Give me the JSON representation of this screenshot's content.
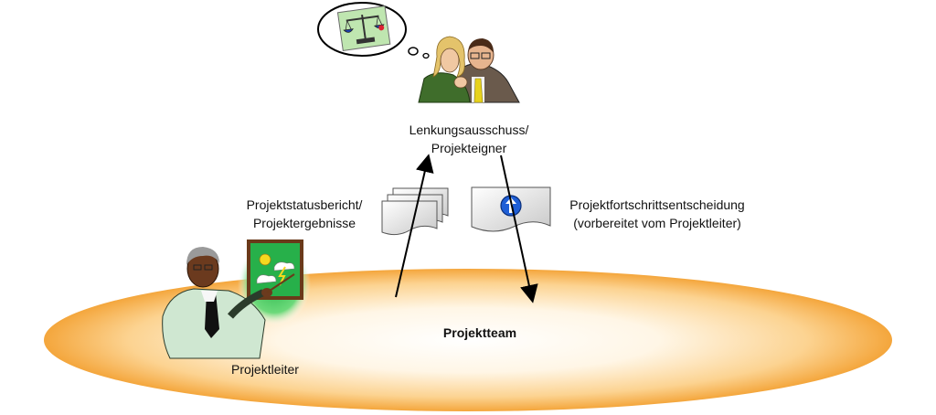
{
  "steering": {
    "line1": "Lenkungsausschuss/",
    "line2": "Projekteigner"
  },
  "status_report": {
    "line1": "Projektstatusbericht/",
    "line2": "Projektergebnisse"
  },
  "decision": {
    "line1": "Projektfortschrittsentscheidung",
    "line2": "(vorbereitet vom Projektleiter)"
  },
  "team": {
    "label": "Projektteam"
  },
  "leader": {
    "label": "Projektleiter"
  },
  "colors": {
    "ellipse_outer": "#f5ab45",
    "ellipse_inner": "#fff8ec",
    "document_fill": "#d9d9d9",
    "arrow": "#000000",
    "info_icon": "#1f5fd6"
  },
  "icons": {
    "thought_bubble": "scales-of-justice-icon",
    "steering_committee": "two-business-people-icon",
    "project_leader": "presenter-with-weather-chart-icon",
    "decision_document": "up-arrow-circle-icon"
  }
}
